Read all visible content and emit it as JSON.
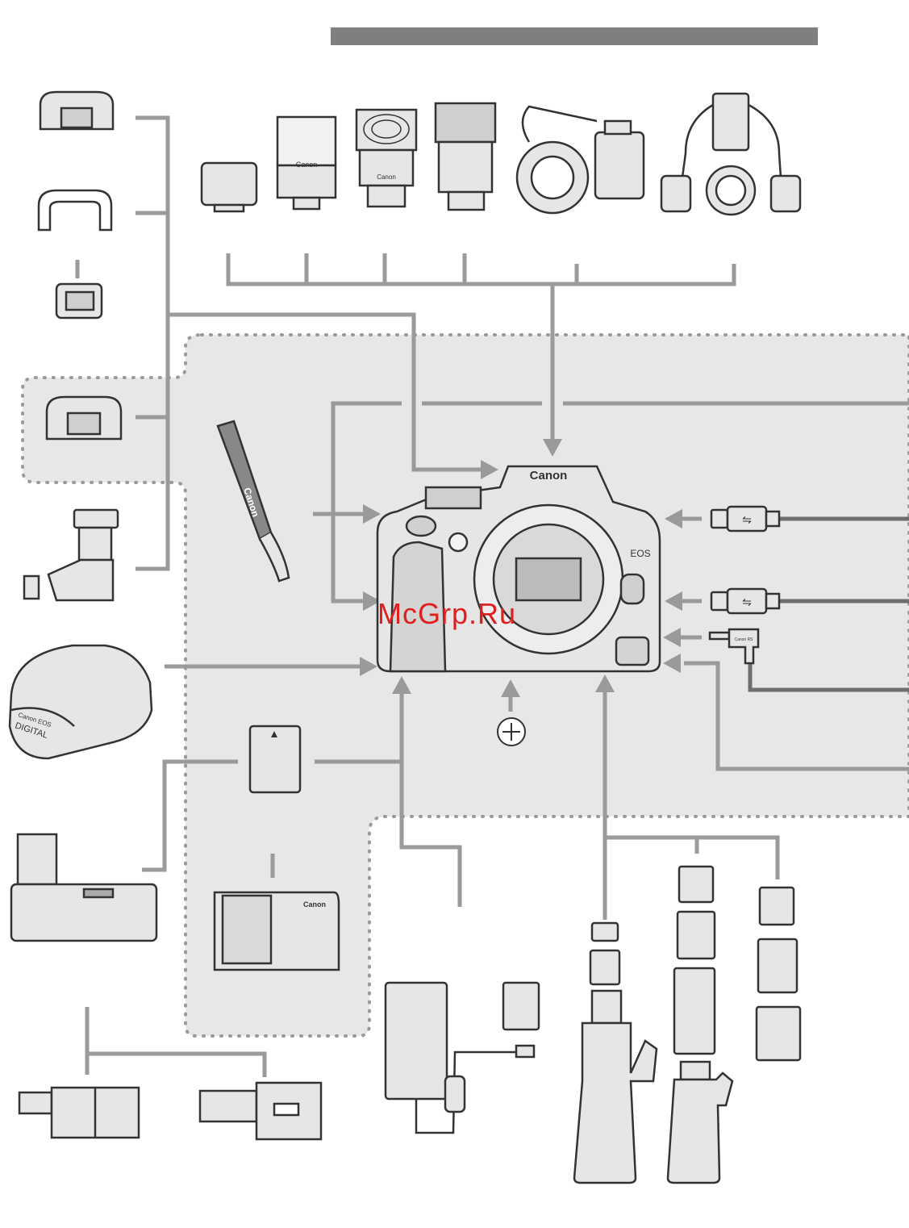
{
  "header_bar_color": "#7f7f7f",
  "line_color": "#9a9a9a",
  "panel_color": "#e6e7e8",
  "watermark": {
    "text": "McGrp.Ru",
    "color": "#e0201f"
  },
  "camera": {
    "brand": "Canon",
    "model": "EOS"
  },
  "flashes": [
    {
      "id": "flash-1",
      "brand": ""
    },
    {
      "id": "flash-2",
      "brand": "Canon"
    },
    {
      "id": "flash-3",
      "brand": "Canon"
    },
    {
      "id": "flash-4",
      "brand": ""
    },
    {
      "id": "ring-flash",
      "brand": ""
    },
    {
      "id": "twin-flash",
      "brand": ""
    }
  ],
  "strap_brand": "Canon",
  "case_text": {
    "line1": "Canon EOS",
    "line2": "DIGITAL"
  },
  "charger_brand": "Canon",
  "remote_brand": "Canon RS",
  "icons": [
    "usb-icon",
    "usb-icon",
    "plus-circle-icon"
  ]
}
